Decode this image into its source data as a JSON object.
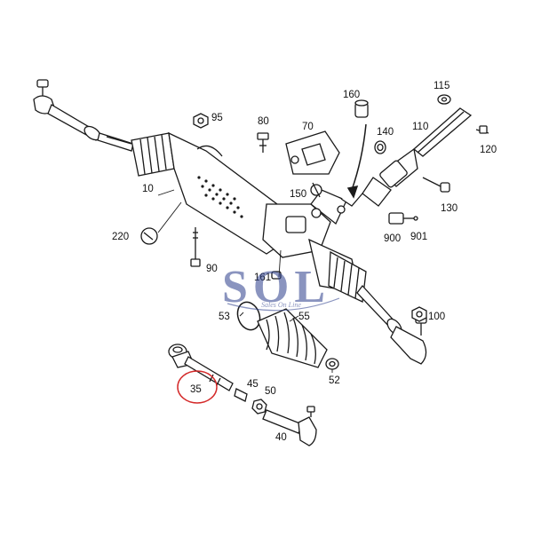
{
  "diagram": {
    "part_labels": [
      "115",
      "160",
      "95",
      "80",
      "70",
      "140",
      "110",
      "120",
      "150",
      "10",
      "130",
      "220",
      "900",
      "901",
      "90",
      "161",
      "53",
      "55",
      "100",
      "35",
      "45",
      "50",
      "52",
      "40"
    ],
    "highlighted_part": "35",
    "highlight_color": "#d42a2a",
    "line_color": "#1a1a1a"
  },
  "watermark": {
    "text": "SOL",
    "subtitle": "Sales On Line",
    "color": "#2c3e8c"
  }
}
